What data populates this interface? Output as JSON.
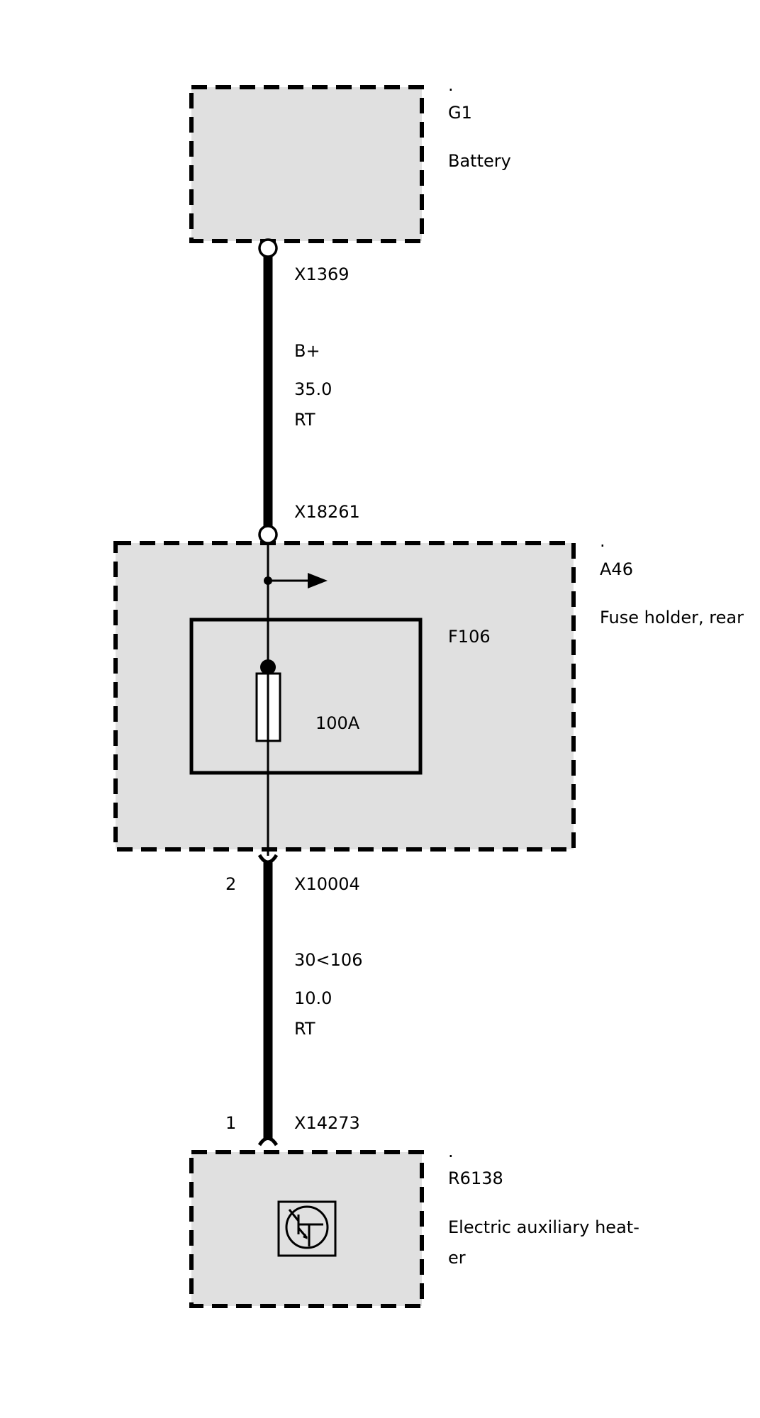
{
  "components": {
    "battery": {
      "dot": ".",
      "id": "G1",
      "name": "Battery"
    },
    "fuse_holder": {
      "dot": ".",
      "id": "A46",
      "name": "Fuse holder, rear"
    },
    "fuse": {
      "id": "F106",
      "rating": "100A"
    },
    "heater": {
      "dot": ".",
      "id": "R6138",
      "name_line1": "Electric auxiliary heat-",
      "name_line2": "er"
    }
  },
  "connectors": {
    "x1369": "X1369",
    "x18261": "X18261",
    "x10004": {
      "id": "X10004",
      "pin": "2"
    },
    "x14273": {
      "id": "X14273",
      "pin": "1"
    }
  },
  "wires": {
    "upper": {
      "signal": "B+",
      "cross_section": "35.0",
      "color": "RT"
    },
    "lower": {
      "signal": "30<106",
      "cross_section": "10.0",
      "color": "RT"
    }
  },
  "colors": {
    "box_fill": "#e0e0e0",
    "line": "#000000"
  }
}
